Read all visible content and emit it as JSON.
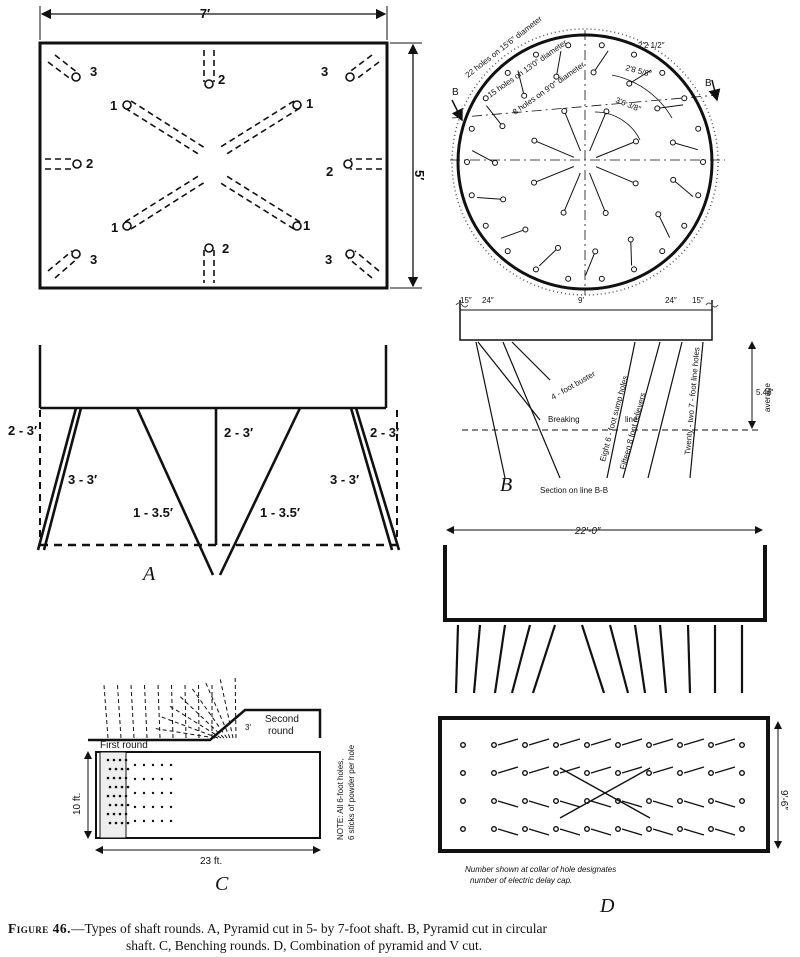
{
  "caption": {
    "lead": "Figure 46.",
    "line1": "—Types of shaft rounds. A, Pyramid cut in 5- by 7-foot shaft. B, Pyramid cut in circular",
    "line2": "shaft. C, Benching rounds. D, Combination of pyramid and V cut."
  },
  "panel_a": {
    "letter": "A",
    "width_dim": "7′",
    "height_dim": "5′",
    "hole_numbers": [
      "1",
      "2",
      "3"
    ],
    "section_labels": [
      "2 - 3′",
      "3 - 3′",
      "1 - 3.5′"
    ]
  },
  "panel_b": {
    "letter": "B",
    "section_marker": "B",
    "plan_labels": [
      "22 holes on 15′6″ diameter",
      "15 holes on 13′0″ diameter",
      "8 holes on 9′0″ diameter",
      "2′2 1/2″",
      "2′8 5/8″",
      "3′6 3/8″"
    ],
    "widths": [
      "15″",
      "24″",
      "9′",
      "24″",
      "15″"
    ],
    "section_labels": {
      "buster": "4 - foot buster",
      "sump": "Eight 6 - foot sump holes",
      "relievers": "Fifteen 8 foot relievers",
      "line_holes": "Twenty - two 7 - foot line holes",
      "breaking": "Breaking",
      "line": "line",
      "average_value": "5.46′",
      "average_word": "average",
      "section_title": "Section on line B-B"
    }
  },
  "panel_c": {
    "letter": "C",
    "first_round": "First round",
    "second_round_1": "Second",
    "second_round_2": "round",
    "depth": "3′",
    "height": "10 ft.",
    "width": "23 ft.",
    "note_1": "NOTE: All 6-foot holes,",
    "note_2": "6 sticks of powder per hole"
  },
  "panel_d": {
    "letter": "D",
    "width_dim": "22′-0″",
    "height_dim": "9′-6″",
    "note_1": "Number shown at collar of hole designates",
    "note_2": "number of electric delay cap."
  }
}
